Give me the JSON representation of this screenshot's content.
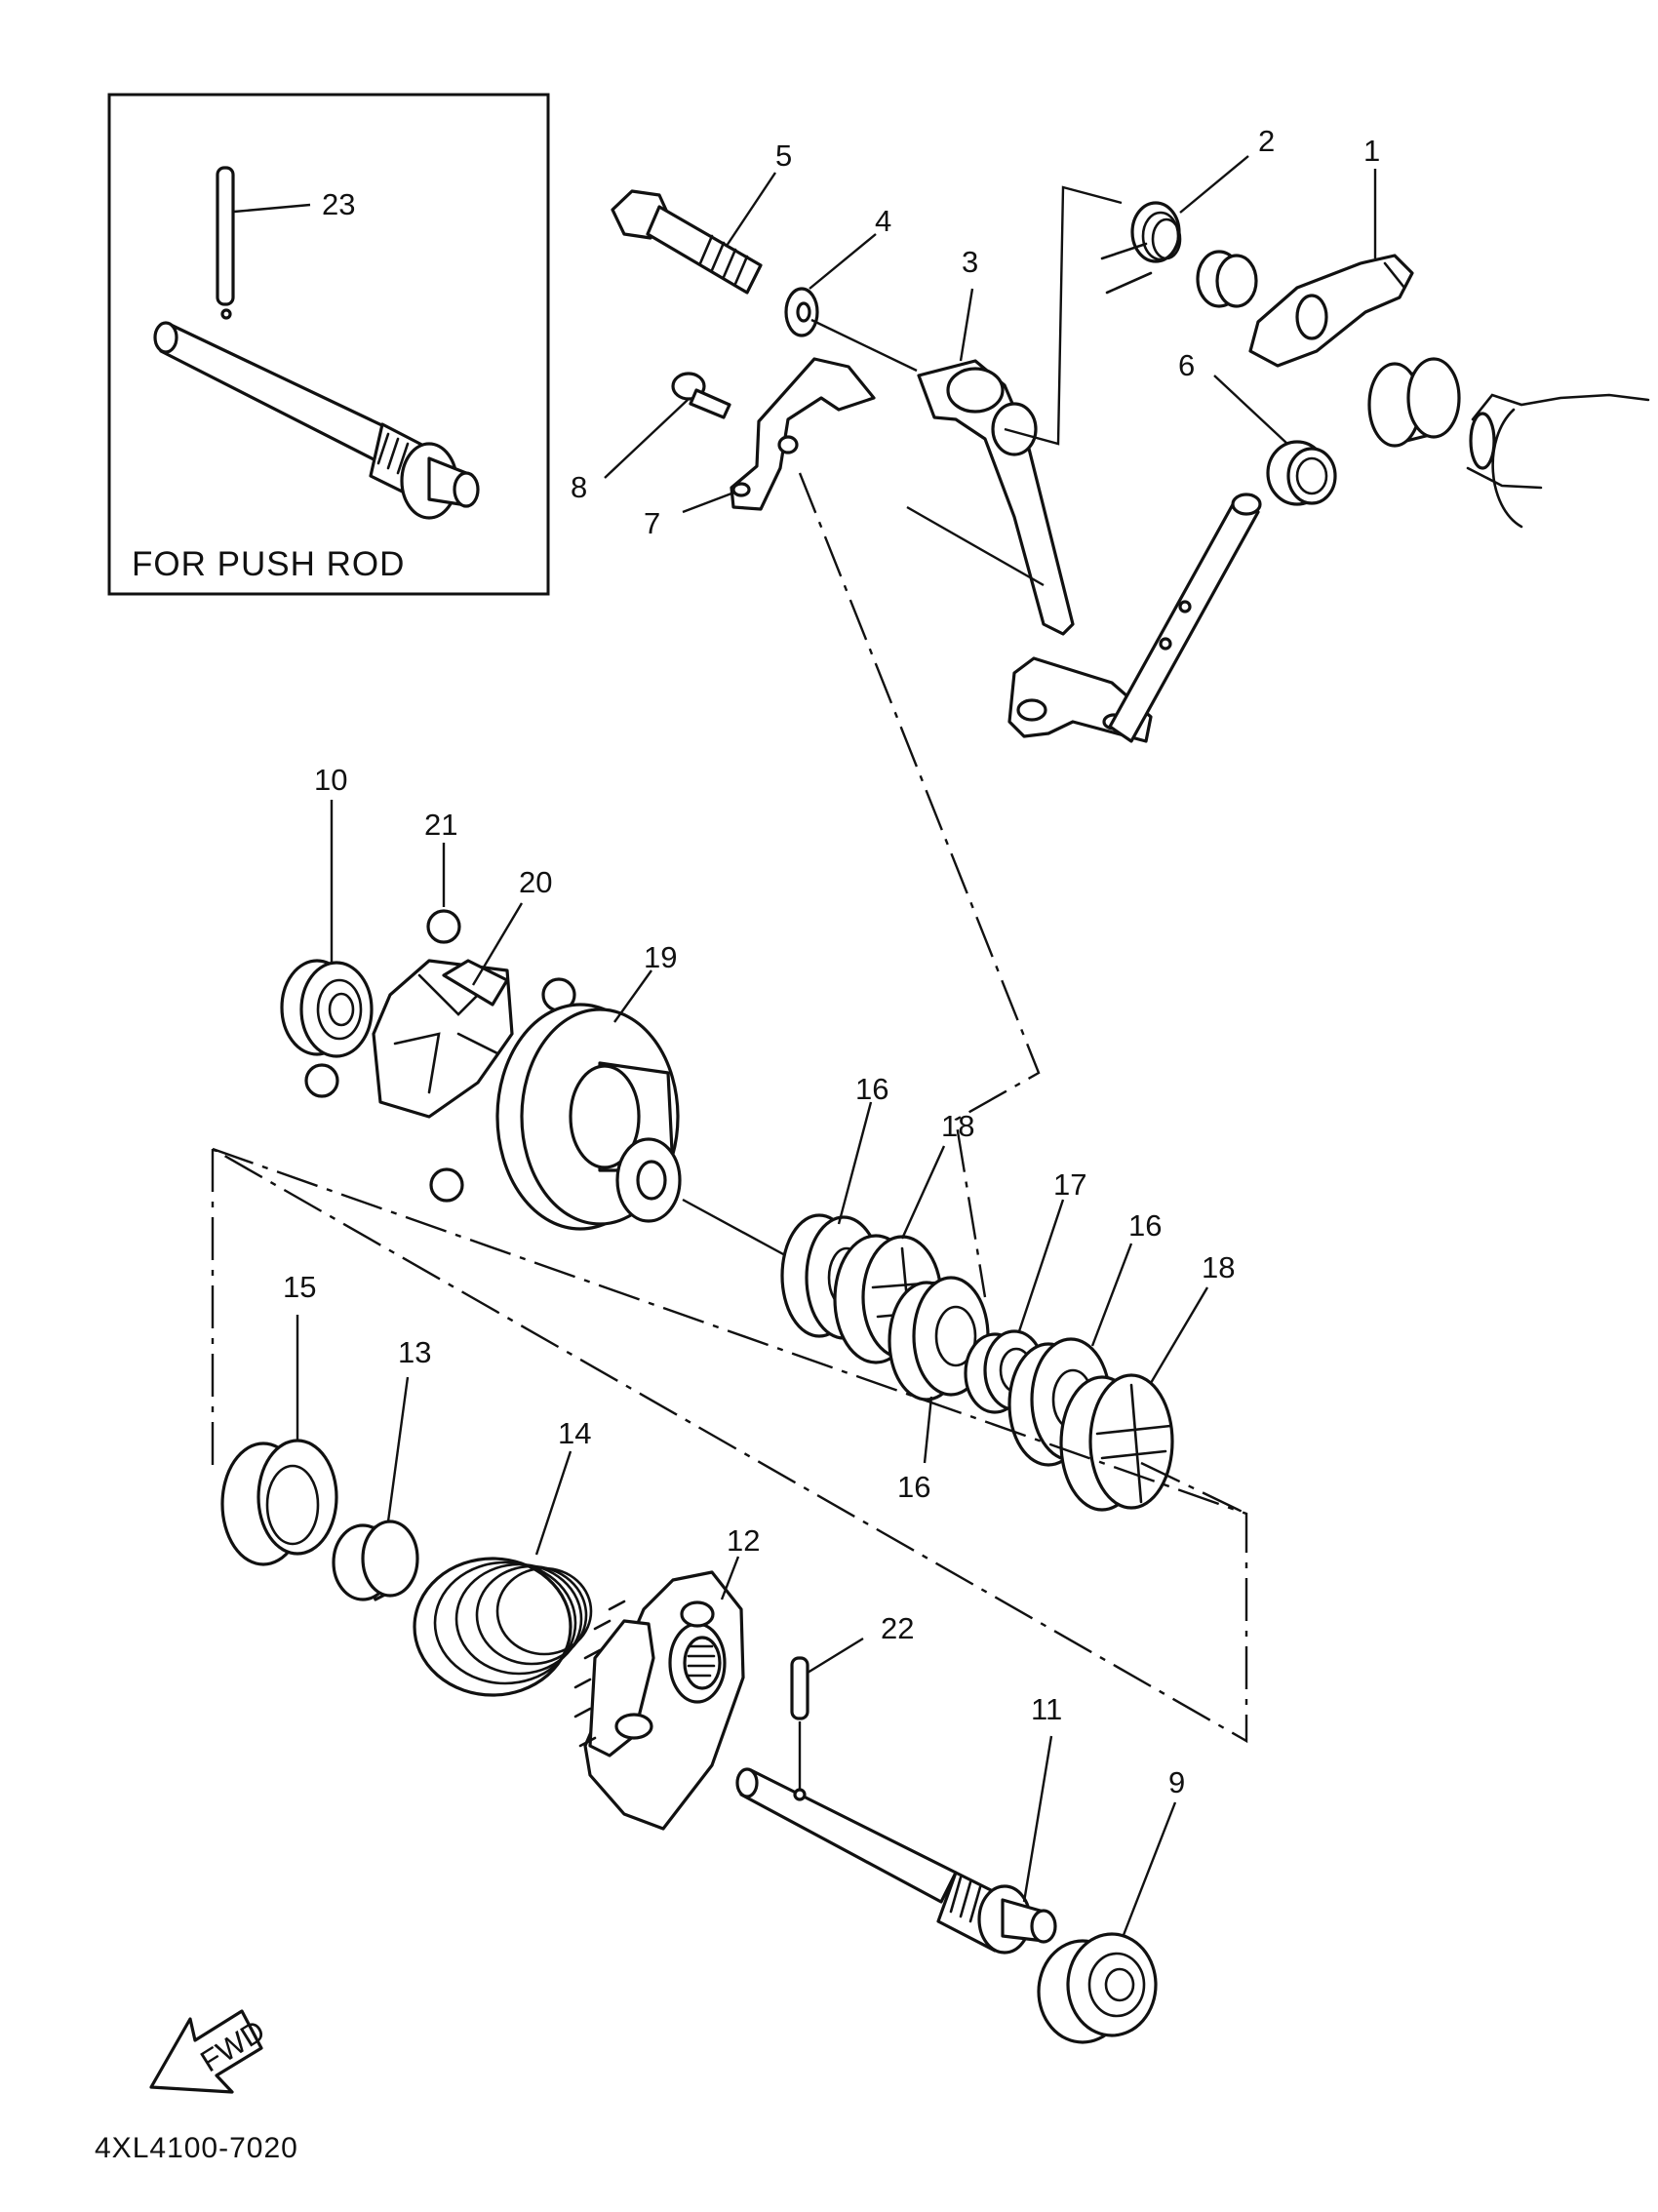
{
  "inset": {
    "caption": "FOR PUSH ROD"
  },
  "fwd_label": "FWD",
  "catalog_code": "4XL4100-7020",
  "callouts": [
    "1",
    "2",
    "3",
    "4",
    "5",
    "6",
    "7",
    "8",
    "9",
    "10",
    "11",
    "12",
    "13",
    "14",
    "15",
    "16",
    "17",
    "18",
    "19",
    "20",
    "21",
    "22",
    "23"
  ],
  "callout_16_repeats": "16",
  "callout_18_repeats": "18",
  "colors": {
    "ink": "#111111",
    "paper": "#ffffff"
  }
}
